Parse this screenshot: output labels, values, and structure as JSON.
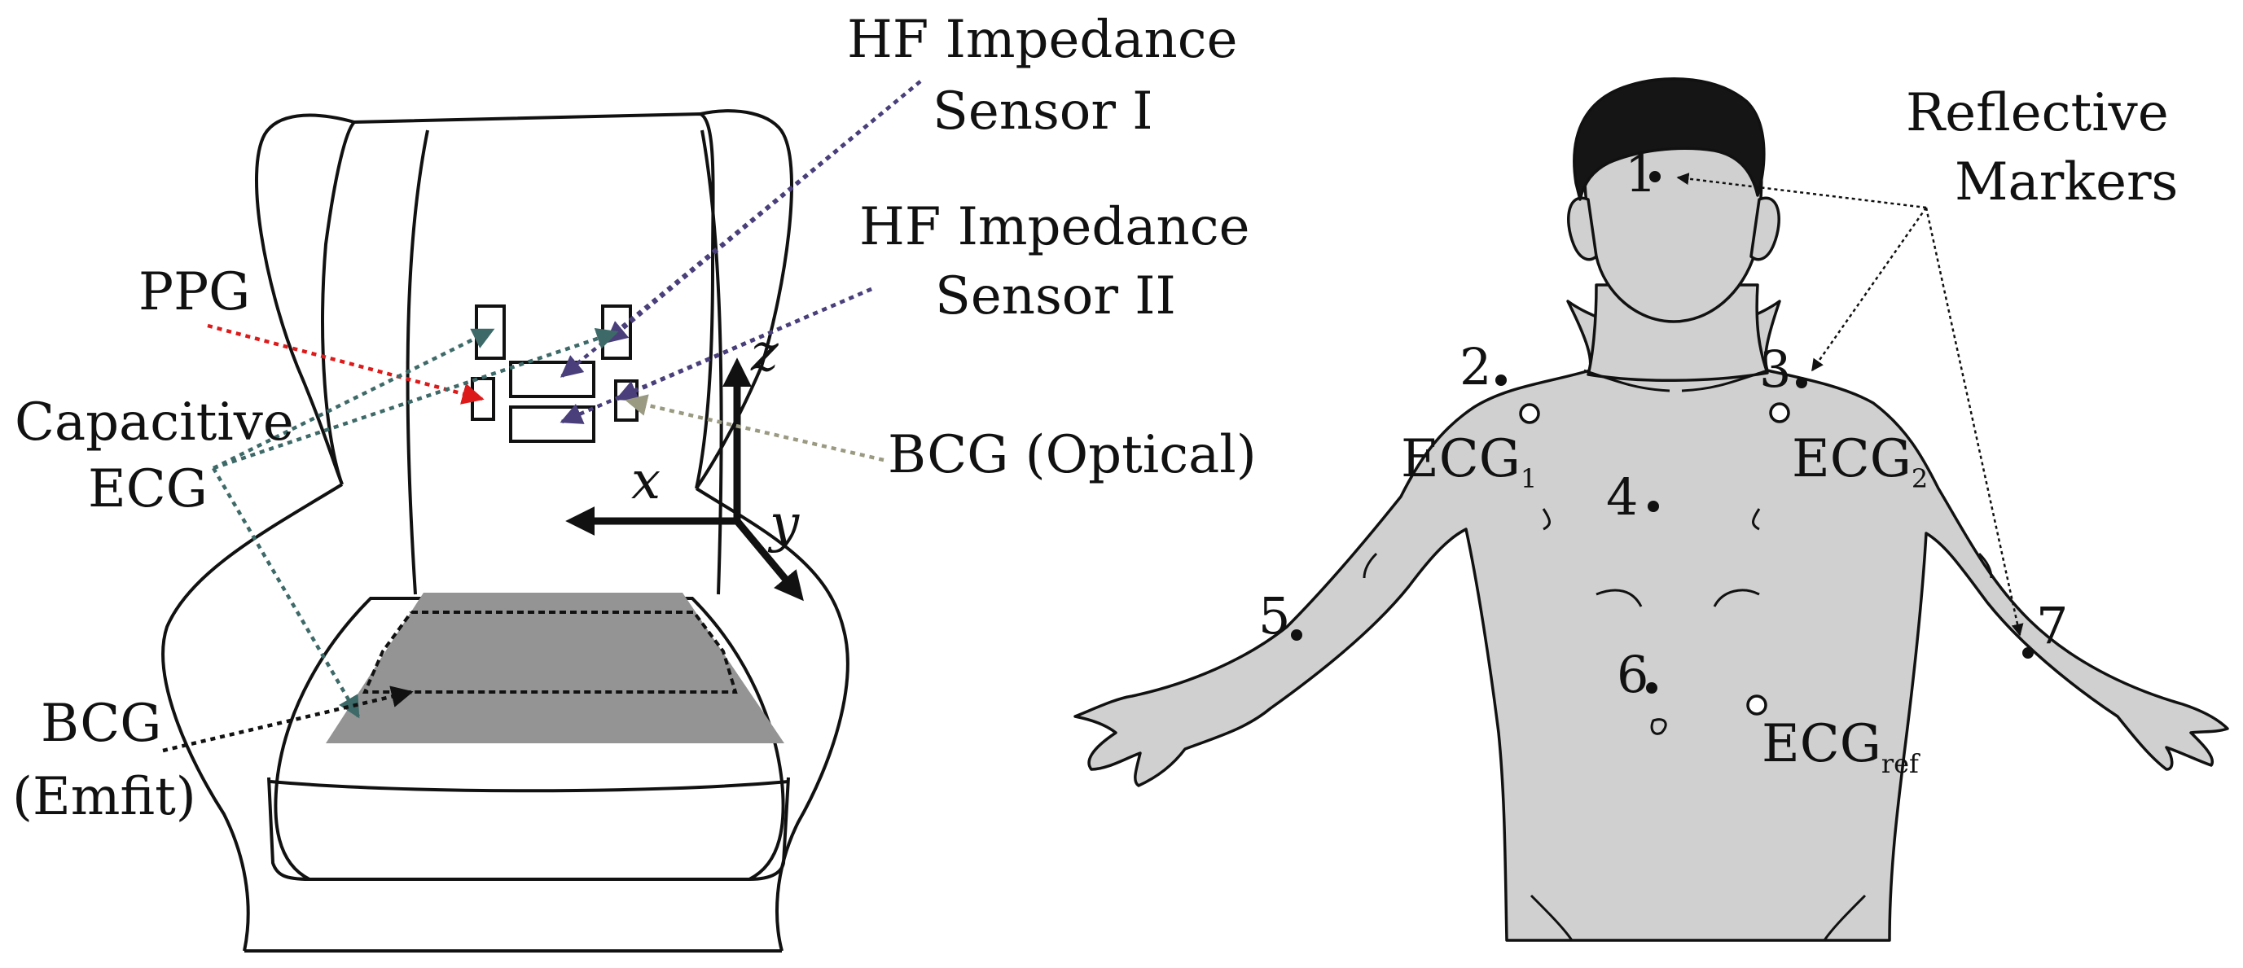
{
  "chair_labels": {
    "hf_sensor_1_line1": "HF Impedance",
    "hf_sensor_1_line2": "Sensor I",
    "hf_sensor_2_line1": "HF Impedance",
    "hf_sensor_2_line2": "Sensor II",
    "ppg": "PPG",
    "capacitive_line1": "Capacitive",
    "capacitive_line2": "ECG",
    "bcg_optical": "BCG (Optical)",
    "bcg_emfit_line1": "BCG",
    "bcg_emfit_line2": "(Emfit)"
  },
  "axes": {
    "x": "x",
    "y": "y",
    "z": "z"
  },
  "body_labels": {
    "reflective_line1": "Reflective",
    "reflective_line2": "Markers",
    "ecg_base": "ECG",
    "ecg1_sub": "1",
    "ecg2_sub": "2",
    "ecgref_sub": "ref"
  },
  "markers": [
    "1",
    "2",
    "3",
    "4",
    "5",
    "6",
    "7"
  ],
  "colors": {
    "ppg_line": "#dd1a1a",
    "hf_line": "#4a3f7a",
    "ecg_line": "#3d6a68",
    "bcg_optical_line": "#9a9a82",
    "emfit_line": "#111111",
    "skin": "#d0d0d0",
    "hair": "#151515",
    "seat_pad": "#949494"
  }
}
